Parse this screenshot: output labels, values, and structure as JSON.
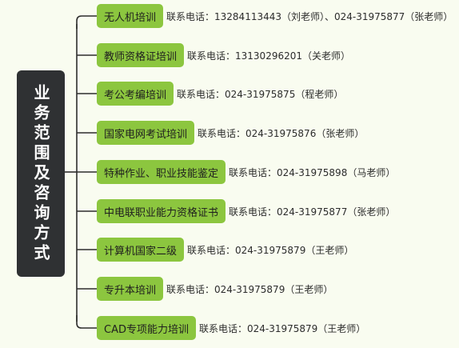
{
  "root": {
    "label": "业务范围及咨询方式"
  },
  "branches": [
    {
      "label": "无人机培训",
      "contact": "联系电话：13284113443（刘老师）、024-31975877（张老师）"
    },
    {
      "label": "教师资格证培训",
      "contact": "联系电话：13130296201（关老师）"
    },
    {
      "label": "考公考编培训",
      "contact": "联系电话：024-31975875（程老师）"
    },
    {
      "label": "国家电网考试培训",
      "contact": "联系电话：024-31975876（张老师）"
    },
    {
      "label": "特种作业、职业技能鉴定",
      "contact": "联系电话：024-31975898（马老师）"
    },
    {
      "label": "中电联职业能力资格证书",
      "contact": "联系电话：024-31975877（张老师）"
    },
    {
      "label": "计算机国家二级",
      "contact": "联系电话：024-31975879（王老师）"
    },
    {
      "label": "专升本培训",
      "contact": "联系电话：024-31975879（王老师）"
    },
    {
      "label": "CAD专项能力培训",
      "contact": "联系电话：024-31975879（王老师）"
    }
  ]
}
